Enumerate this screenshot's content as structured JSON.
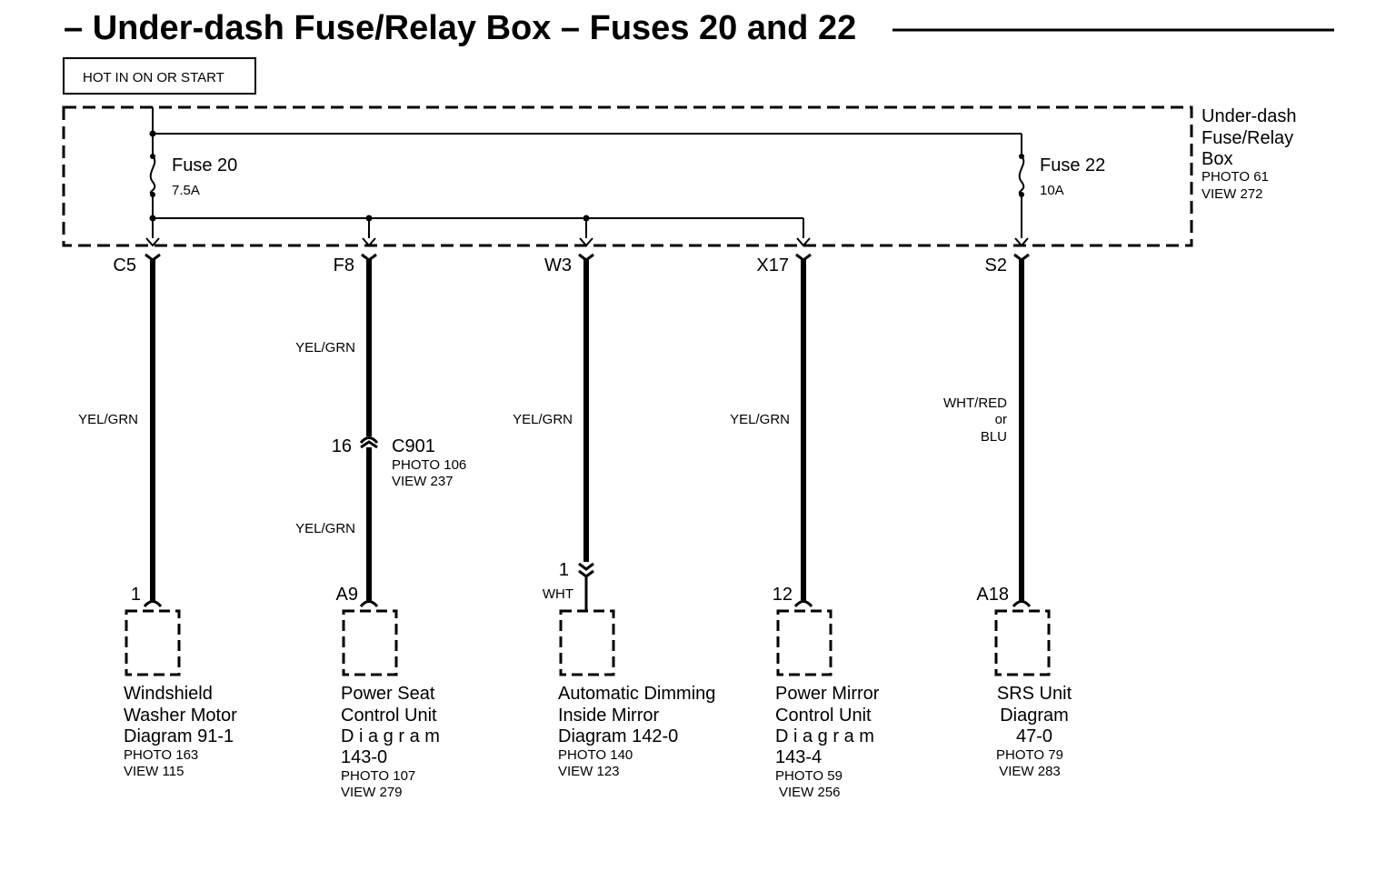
{
  "title": "– Under-dash Fuse/Relay Box – Fuses 20 and 22",
  "power_condition": "HOT IN ON OR START",
  "fuse_box": {
    "name_line1": "Under-dash",
    "name_line2": "Fuse/Relay",
    "name_line3": "Box",
    "photo": "PHOTO 61",
    "view": "VIEW 272"
  },
  "fuses": [
    {
      "name": "Fuse 20",
      "rating": "7.5A"
    },
    {
      "name": "Fuse 22",
      "rating": "10A"
    }
  ],
  "circuits": [
    {
      "terminal": "C5",
      "wire_color": "YEL/GRN",
      "end_pin": "1",
      "component": [
        "Windshield",
        "Washer Motor",
        "Diagram 91-1"
      ],
      "photo": "PHOTO 163",
      "view": "VIEW 115"
    },
    {
      "terminal": "F8",
      "wire_color_upper": "YEL/GRN",
      "wire_color_lower": "YEL/GRN",
      "connector": {
        "pin": "16",
        "name": "C901",
        "photo": "PHOTO 106",
        "view": "VIEW 237"
      },
      "end_pin": "A9",
      "component": [
        "Power Seat",
        "Control Unit",
        "D i a g r a m",
        "143-0"
      ],
      "photo": "PHOTO 107",
      "view": "VIEW 279"
    },
    {
      "terminal": "W3",
      "wire_color": "YEL/GRN",
      "connector_pin": "1",
      "lower_wire_color": "WHT",
      "component": [
        "Automatic Dimming",
        "Inside Mirror",
        "Diagram 142-0"
      ],
      "photo": "PHOTO 140",
      "view": "VIEW 123"
    },
    {
      "terminal": "X17",
      "wire_color": "YEL/GRN",
      "end_pin": "12",
      "component": [
        "Power Mirror",
        "Control  Unit",
        "D i a g r a m",
        "143-4"
      ],
      "photo": "PHOTO 59",
      "view": "VIEW 256"
    },
    {
      "terminal": "S2",
      "wire_color_lines": [
        "WHT/RED",
        "or",
        "BLU"
      ],
      "end_pin": "A18",
      "component": [
        "SRS Unit",
        "Diagram",
        "47-0"
      ],
      "photo": "PHOTO 79",
      "view": "VIEW 283"
    }
  ]
}
